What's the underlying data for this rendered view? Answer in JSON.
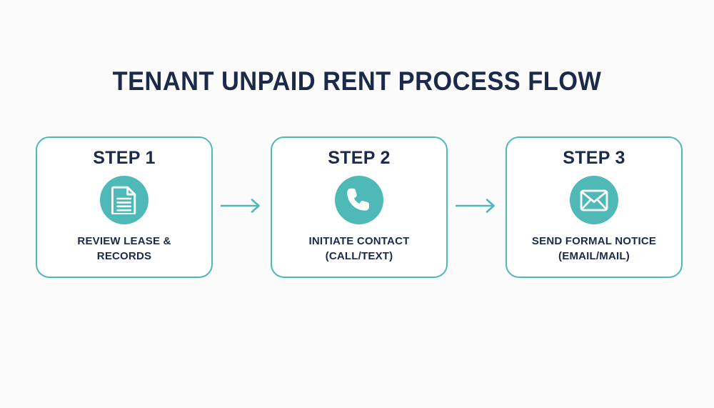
{
  "page": {
    "title": "TENANT UNPAID RENT PROCESS FLOW",
    "background_color": "#fbfbfc",
    "accent_color": "#4cb8b8",
    "text_color": "#1b2a4a"
  },
  "flow": {
    "steps": [
      {
        "heading": "STEP 1",
        "icon": "document-icon",
        "desc_line1": "REVIEW LEASE &",
        "desc_line2": "RECORDS"
      },
      {
        "heading": "STEP 2",
        "icon": "phone-icon",
        "desc_line1": "INITIATE CONTACT",
        "desc_line2": "(CALL/TEXT)"
      },
      {
        "heading": "STEP 3",
        "icon": "envelope-icon",
        "desc_line1": "SEND FORMAL NOTICE",
        "desc_line2": "(EMAIL/MAIL)"
      }
    ],
    "connectors": [
      {
        "icon": "arrow-right-icon"
      },
      {
        "icon": "arrow-right-icon"
      }
    ]
  }
}
